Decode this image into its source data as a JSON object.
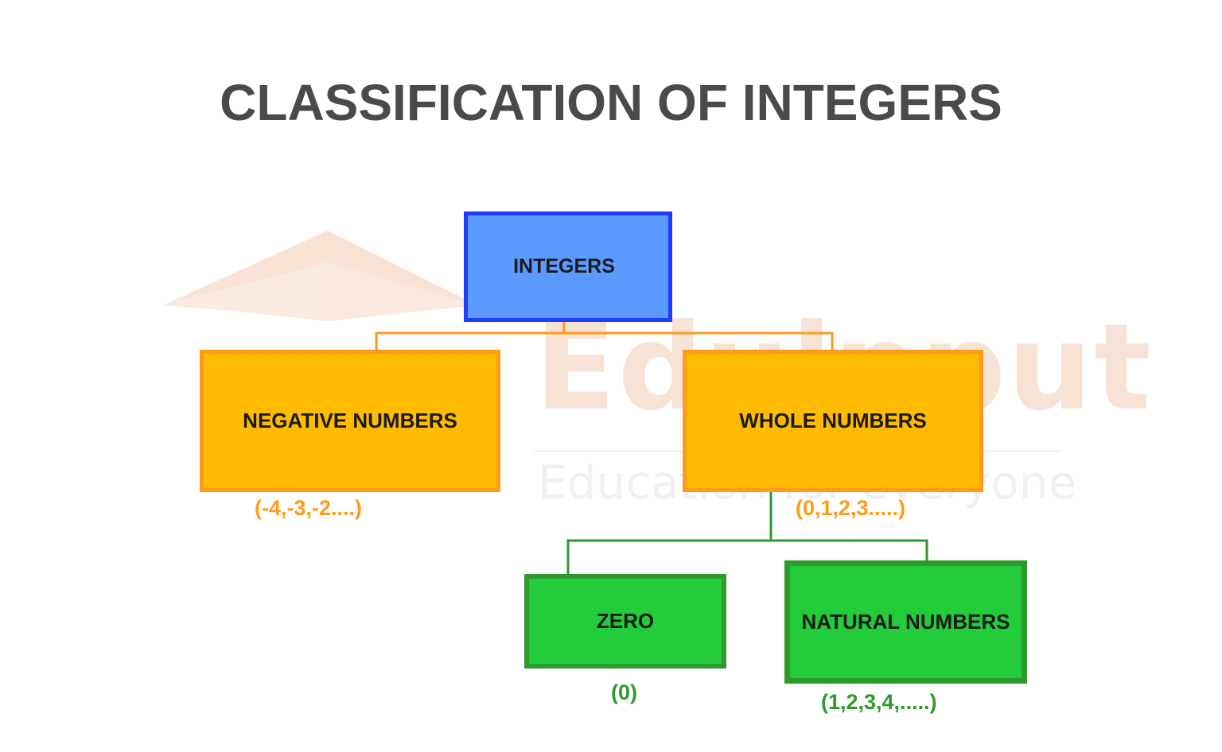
{
  "title": "CLASSIFICATION OF INTEGERS",
  "watermark": {
    "brand": "Edulnput",
    "tagline": "Education for everyone"
  },
  "nodes": {
    "integers": {
      "label": "INTEGERS"
    },
    "negative": {
      "label": "NEGATIVE NUMBERS",
      "example": "(-4,-3,-2....)"
    },
    "whole": {
      "label": "WHOLE NUMBERS",
      "example": "(0,1,2,3.....)"
    },
    "zero": {
      "label": "ZERO",
      "example": "(0)"
    },
    "natural": {
      "label": "NATURAL NUMBERS",
      "example": "(1,2,3,4,.....)"
    }
  },
  "colors": {
    "title": "#4a4a4a",
    "root_fill": "#5b9bff",
    "root_border": "#1f3cff",
    "orange_fill": "#ffbb00",
    "orange_border": "#ff9a1a",
    "green_fill": "#22cc3a",
    "green_border": "#2e9a2e",
    "watermark": "#f5d8c4"
  },
  "edges": [
    {
      "from": "integers",
      "to": "negative"
    },
    {
      "from": "integers",
      "to": "whole"
    },
    {
      "from": "whole",
      "to": "zero"
    },
    {
      "from": "whole",
      "to": "natural"
    }
  ]
}
